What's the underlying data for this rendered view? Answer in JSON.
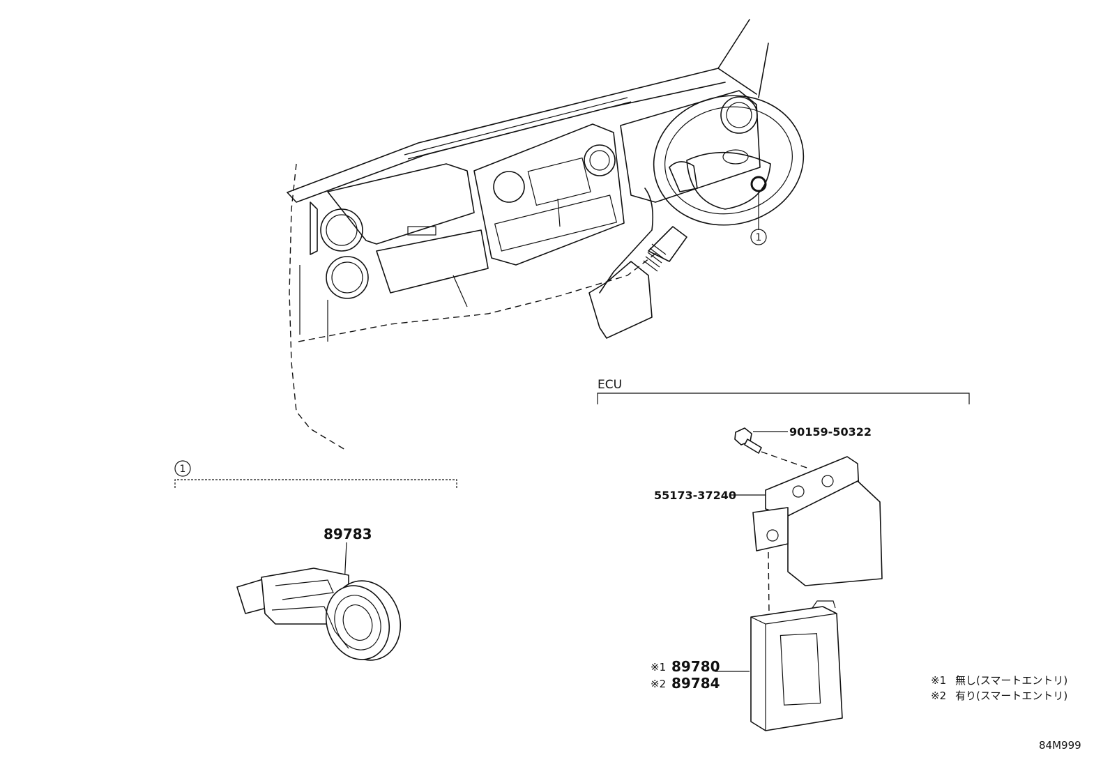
{
  "diagram": {
    "group_dashboard": {
      "callout": "1"
    },
    "group_1": {
      "callout": "1",
      "parts": [
        {
          "number": "89783"
        }
      ]
    },
    "group_ecu": {
      "label": "ECU",
      "parts": [
        {
          "number": "90159-50322"
        },
        {
          "number": "55173-37240"
        },
        {
          "mark": "※1",
          "number": "89780"
        },
        {
          "mark": "※2",
          "number": "89784"
        }
      ]
    },
    "notes": [
      {
        "mark": "※1",
        "text": "無し(スマートエントリ)"
      },
      {
        "mark": "※2",
        "text": "有り(スマートエントリ)"
      }
    ],
    "figure_code": "84M999"
  }
}
